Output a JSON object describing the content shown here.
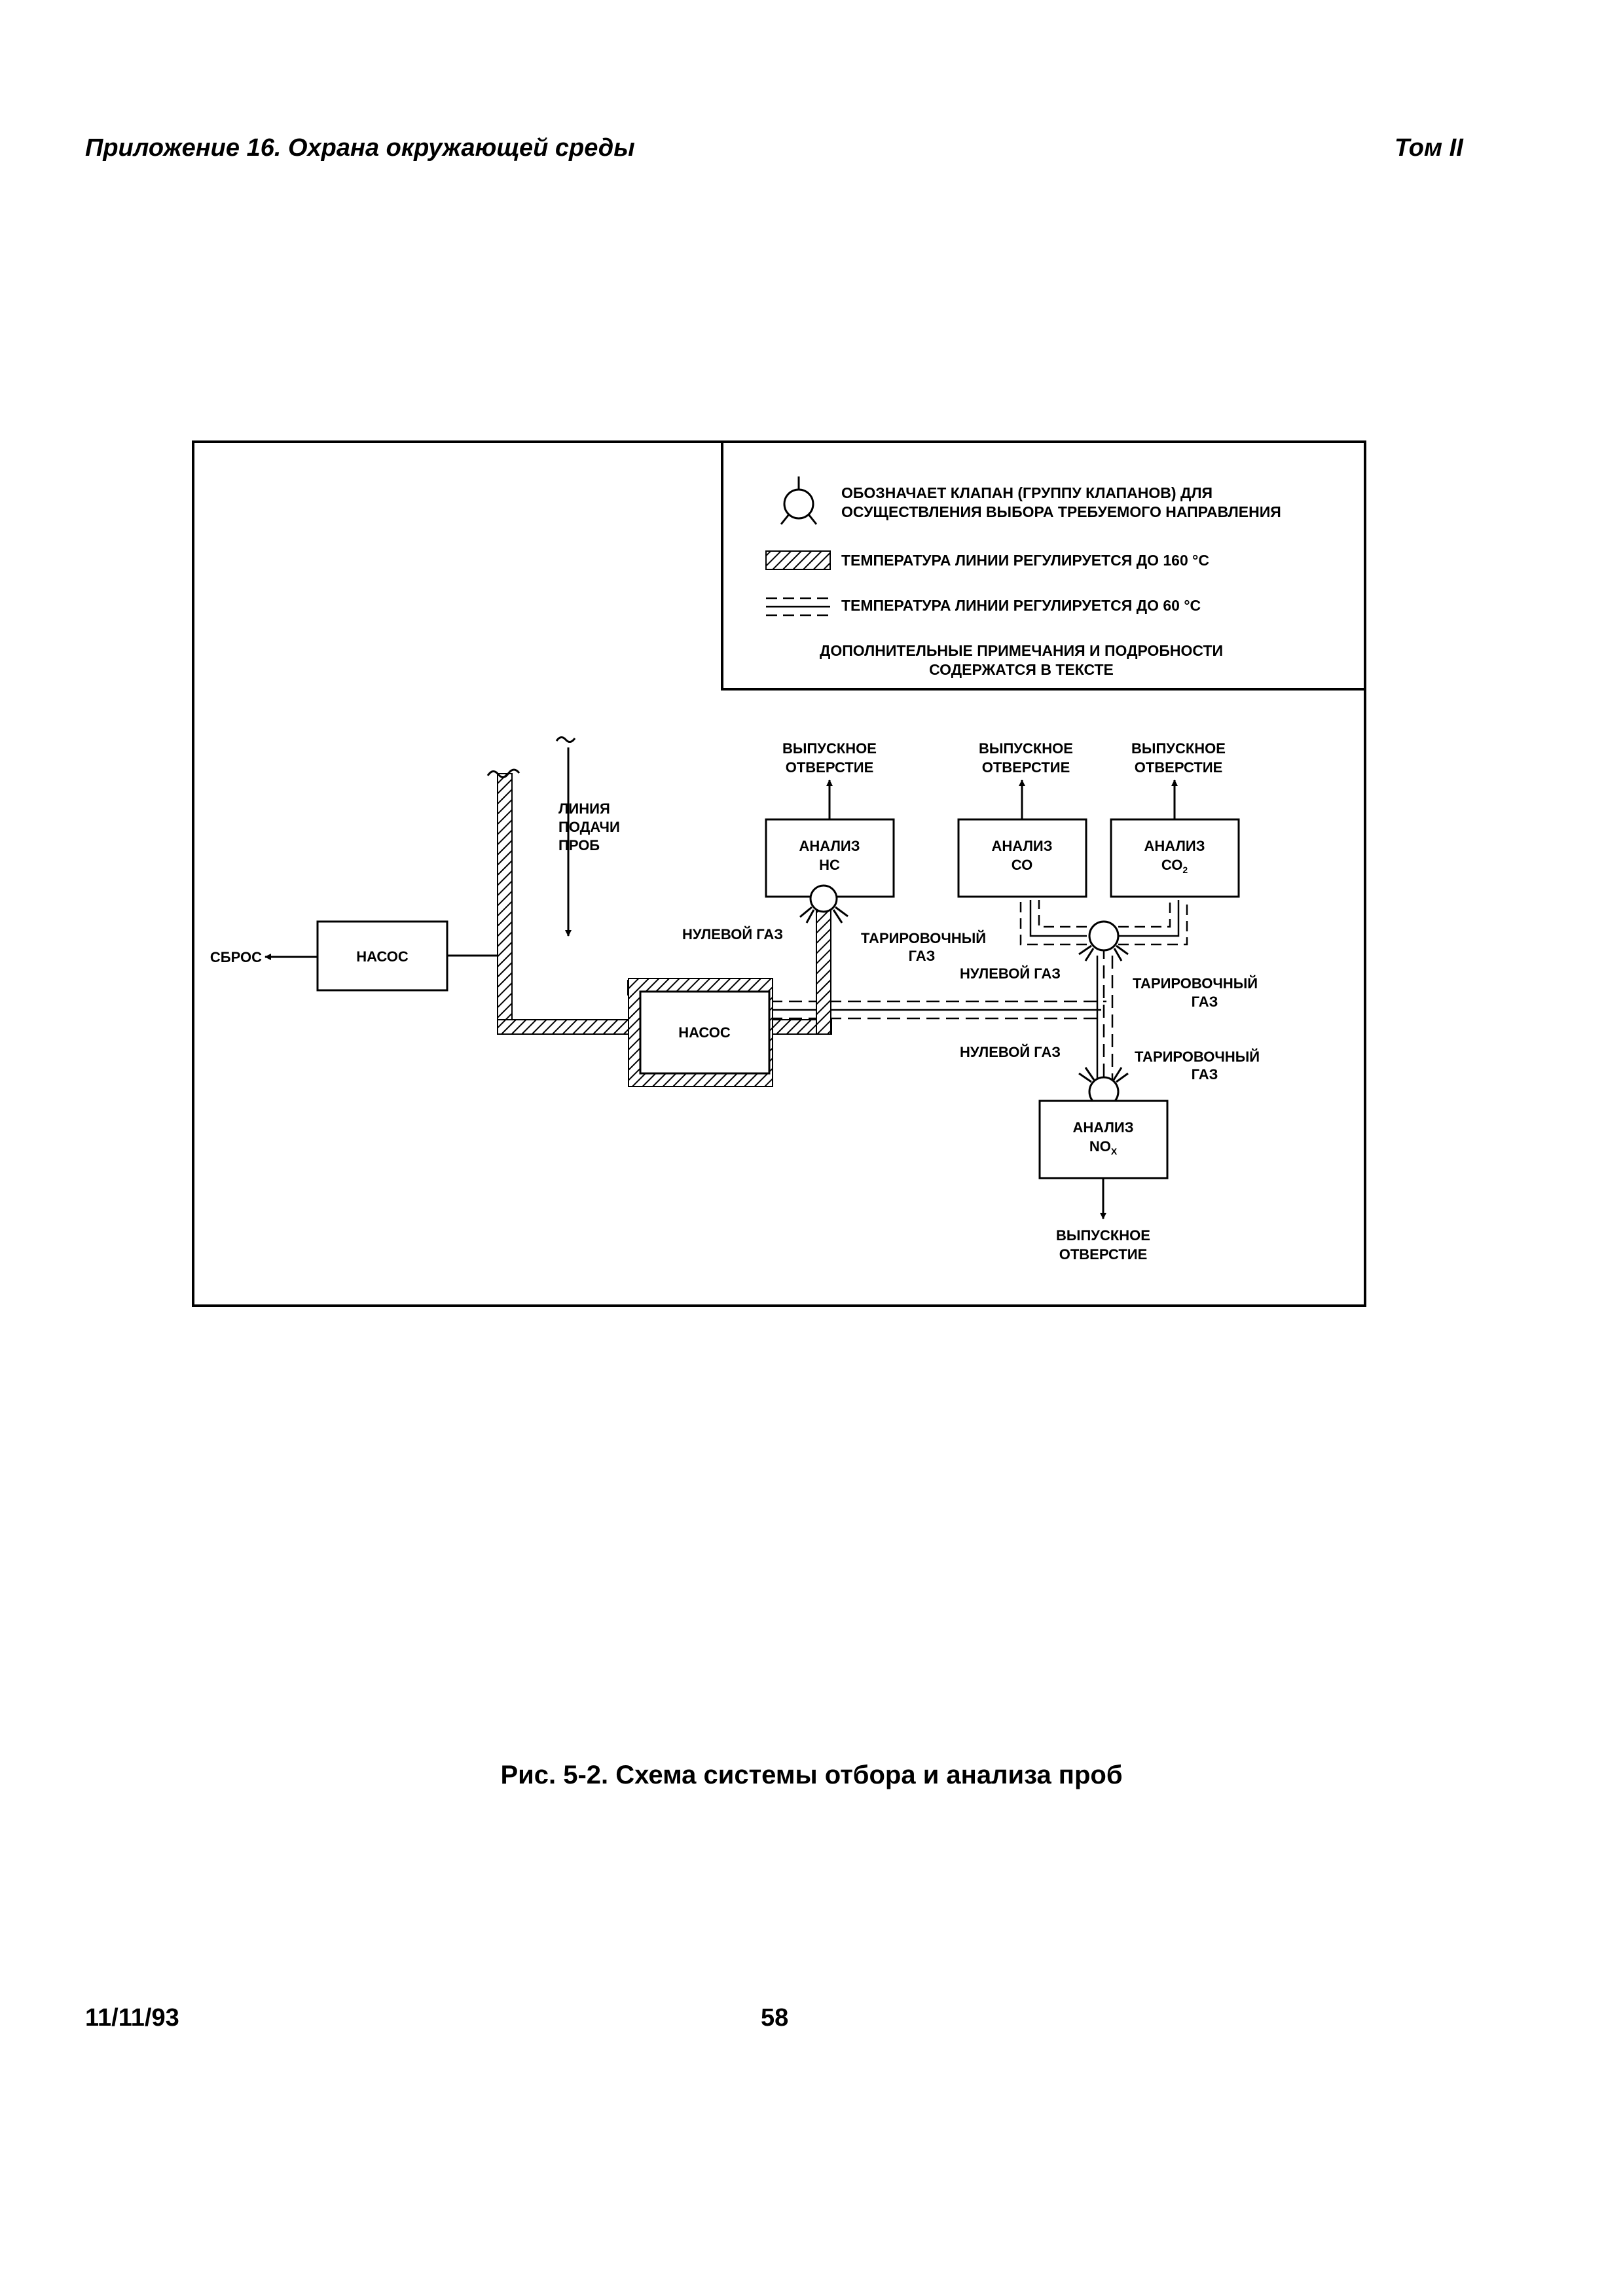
{
  "header": {
    "left": "Приложение 16. Охрана окружающей среды",
    "right": "Том II"
  },
  "legend": {
    "valve_l1": "ОБОЗНАЧАЕТ КЛАПАН (ГРУППУ КЛАПАНОВ) ДЛЯ",
    "valve_l2": "ОСУЩЕСТВЛЕНИЯ ВЫБОРА ТРЕБУЕМОГО НАПРАВЛЕНИЯ",
    "hatched": "ТЕМПЕРАТУРА ЛИНИИ РЕГУЛИРУЕТСЯ ДО 160 °С",
    "dashed": "ТЕМПЕРАТУРА ЛИНИИ РЕГУЛИРУЕТСЯ ДО 60 °С",
    "notes_l1": "ДОПОЛНИТЕЛЬНЫЕ ПРИМЕЧАНИЯ И ПОДРОБНОСТИ",
    "notes_l2": "СОДЕРЖАТСЯ В ТЕКСТЕ"
  },
  "diagram": {
    "sbros": "СБРОС",
    "pump_label": "НАСОС",
    "sample_line_l1": "ЛИНИЯ",
    "sample_line_l2": "ПОДАЧИ",
    "sample_line_l3": "ПРОБ",
    "outlet_l1": "ВЫПУСКНОЕ",
    "outlet_l2": "ОТВЕРСТИЕ",
    "analyzer_label": "АНАЛИЗ",
    "hc": "НС",
    "co": "СО",
    "co2_main": "СО",
    "co2_sub": "2",
    "nox_main": "NO",
    "nox_sub": "X",
    "zero_gas": "НУЛЕВОЙ ГАЗ",
    "cal_gas_l1": "ТАРИРОВОЧНЫЙ",
    "cal_gas_l2": "ГАЗ"
  },
  "caption": "Рис. 5-2. Схема системы отбора и анализа проб",
  "footer": {
    "date": "11/11/93",
    "page": "58"
  }
}
